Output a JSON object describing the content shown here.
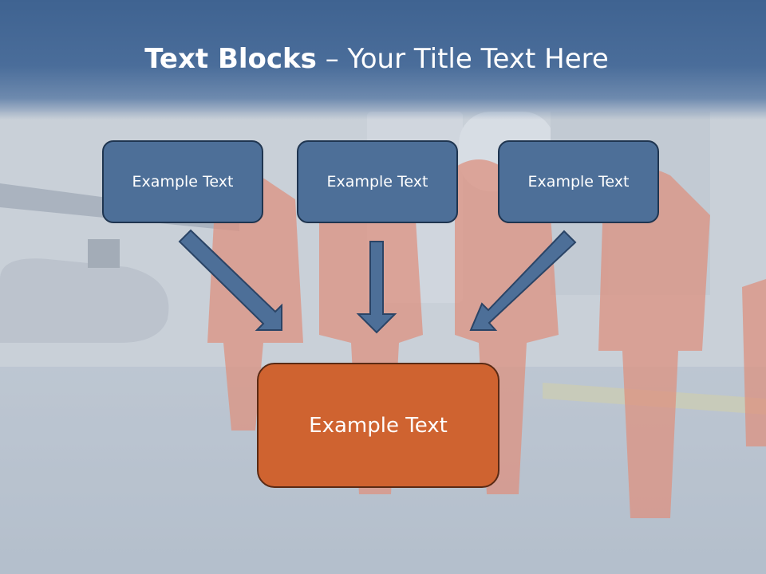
{
  "title": {
    "bold": "Text Blocks",
    "rest": " – Your Title Text Here"
  },
  "boxes": [
    {
      "label": "Example Text"
    },
    {
      "label": "Example Text"
    },
    {
      "label": "Example Text"
    }
  ],
  "target": {
    "label": "Example Text"
  },
  "colors": {
    "title_bar": "#4a6d9a",
    "box_fill": "#4d6f98",
    "box_border": "#1f3550",
    "target_fill": "#cf6330",
    "target_border": "#5a2a14",
    "arrow_fill": "#4d6f98",
    "suit_orange": "#e8704f"
  }
}
